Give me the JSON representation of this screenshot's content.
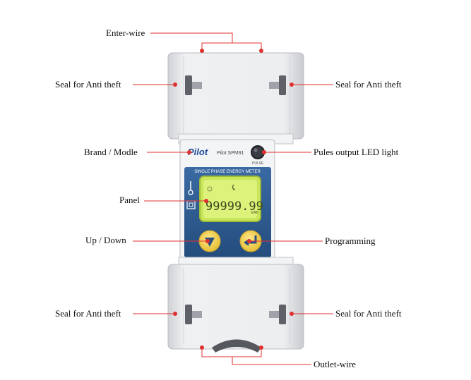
{
  "labels": {
    "enter_wire": "Enter-wire",
    "seal_top_left": "Seal for Anti theft",
    "seal_top_right": "Seal for Anti theft",
    "brand_modle": "Brand / Modle",
    "pulse_led": "Pules output LED light",
    "panel": "Panel",
    "up_down": "Up / Down",
    "programming": "Programming",
    "seal_bottom_left": "Seal for Anti theft",
    "seal_bottom_right": "Seal for Anti theft",
    "outlet_wire": "Outlet-wire"
  },
  "device": {
    "brand": "Pilot",
    "model": "Pilot SPM91",
    "pulse_label": "PULSE",
    "banner": "SINGLE PHASE ENERGY METER",
    "reading": "99999.99",
    "unit": "kWh",
    "colors": {
      "body": "#e9eaed",
      "panel_blue": "#2f5d93",
      "lcd": "#d7f06a",
      "button": "#f6d55a",
      "leader": "#e03030"
    }
  }
}
